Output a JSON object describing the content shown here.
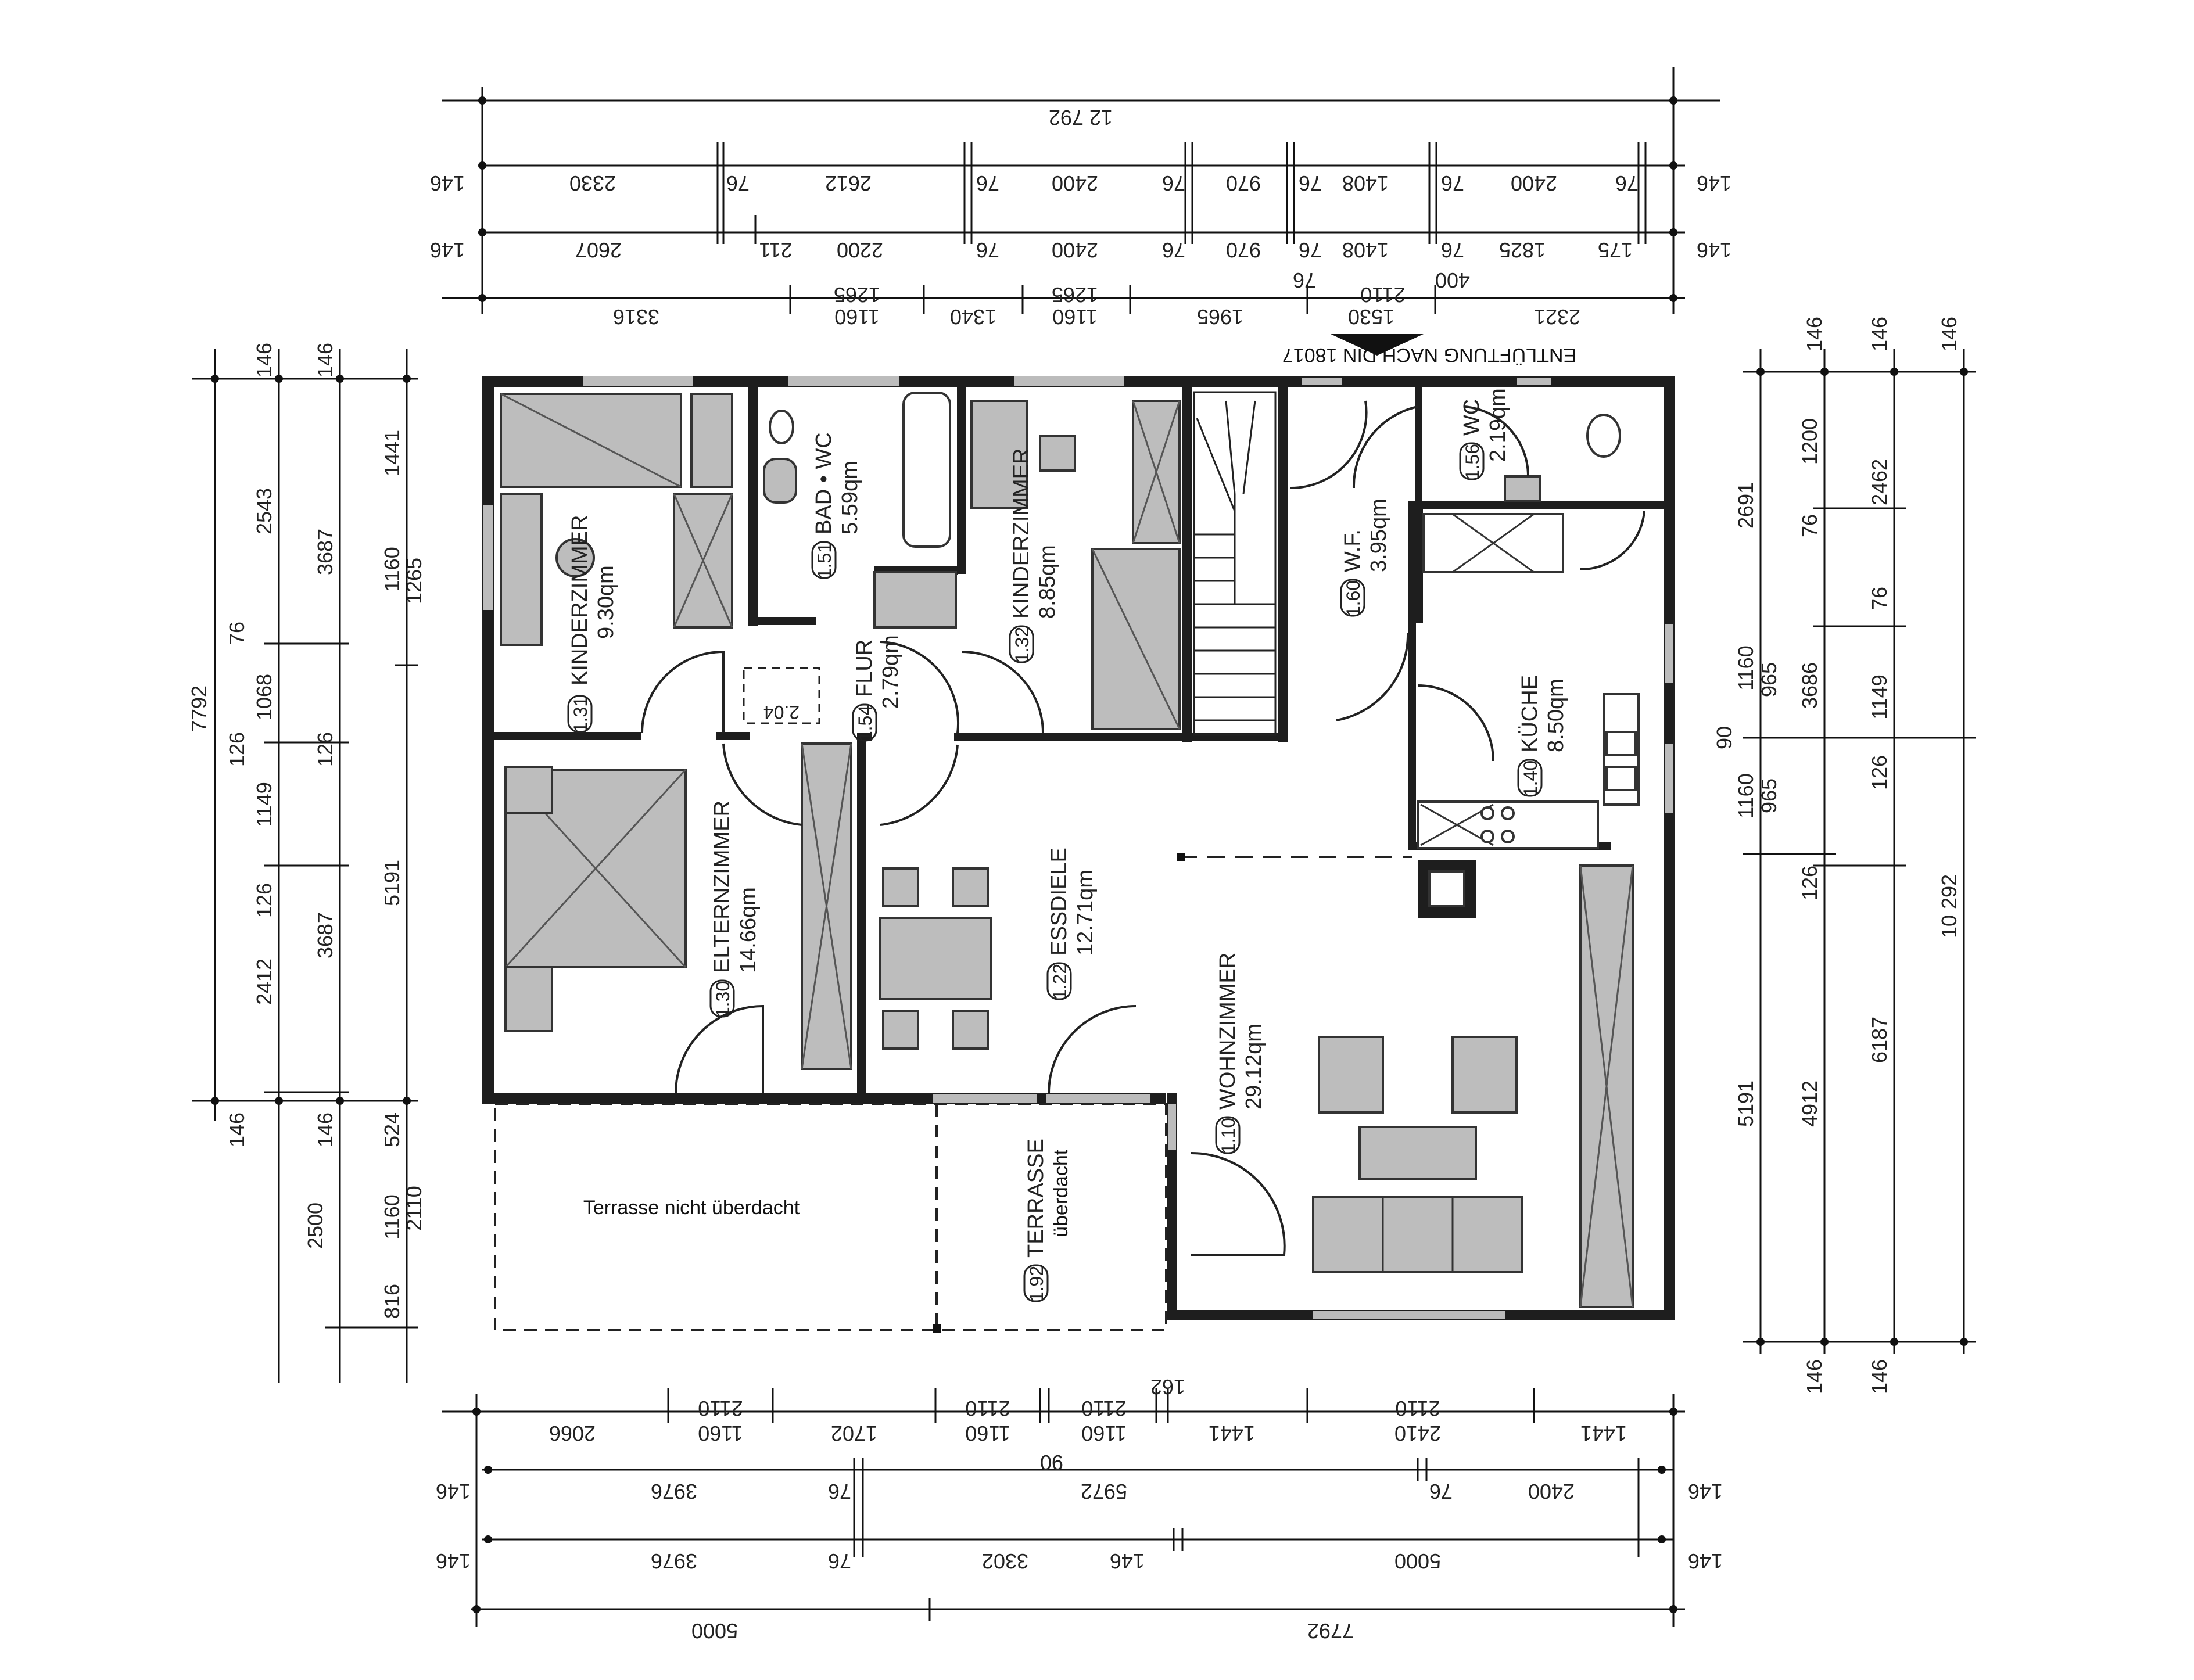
{
  "dimensions": {
    "top_overall": "12 792",
    "top_row1": [
      "146",
      "2330",
      "76",
      "2612",
      "76",
      "2400",
      "76",
      "970",
      "76",
      "1408",
      "76",
      "2400",
      "76",
      "146"
    ],
    "top_row2": [
      "146",
      "2607",
      "211",
      "2200",
      "76",
      "2400",
      "76",
      "970",
      "76",
      "1408",
      "76",
      "1825",
      "175",
      "146"
    ],
    "top_row3_upper": [
      "1265",
      "1265",
      "76",
      "2110",
      "400"
    ],
    "top_row3": [
      "3316",
      "1160",
      "1340",
      "1160",
      "1965",
      "1530",
      "2321"
    ],
    "left_col1": [
      "7792"
    ],
    "left_col2": [
      "146",
      "2543",
      "76",
      "1068",
      "126",
      "1149",
      "126",
      "2412",
      "146",
      "2500"
    ],
    "left_col3": [
      "146",
      "3687",
      "126",
      "3687",
      "146",
      "1160",
      "816"
    ],
    "left_col4": [
      "1441",
      "1160",
      "1265",
      "5191",
      "524",
      "2110"
    ],
    "right_col1": [
      "146",
      "2691",
      "1160",
      "90",
      "1160",
      "5191",
      "146"
    ],
    "right_col2": [
      "1200",
      "965",
      "965",
      "4912"
    ],
    "right_col3": [
      "146",
      "76",
      "2462",
      "76",
      "3686",
      "1149",
      "126",
      "126",
      "6187",
      "146"
    ],
    "right_col4": [
      "146",
      "10 292"
    ],
    "bottom_row1_upper": [
      "2110",
      "2110",
      "2110",
      "162",
      "2110"
    ],
    "bottom_row1": [
      "2066",
      "1160",
      "1702",
      "1160",
      "1160",
      "1441",
      "2410",
      "1441"
    ],
    "bottom_row1_mid": "90",
    "bottom_row2": [
      "146",
      "3976",
      "76",
      "5972",
      "76",
      "2400",
      "146"
    ],
    "bottom_row3": [
      "146",
      "3976",
      "76",
      "3302",
      "146",
      "5000",
      "146"
    ],
    "bottom_row4": [
      "5000",
      "7792"
    ]
  },
  "note_vent": "ENTLÜFTUNG NACH DIN 18017",
  "rooms": [
    {
      "num": "1.31",
      "name": "KINDERZIMMER",
      "area": "9.30qm"
    },
    {
      "num": "1.51",
      "name": "BAD • WC",
      "area": "5.59qm"
    },
    {
      "num": "1.32",
      "name": "KINDERZIMMER",
      "area": "8.85qm"
    },
    {
      "num": "1.60",
      "name": "W.F.",
      "area": "3.95qm"
    },
    {
      "num": "1.56",
      "name": "WC",
      "area": "2.19qm"
    },
    {
      "num": "1.54",
      "name": "FLUR",
      "area": "2.79qm"
    },
    {
      "num": "1.40",
      "name": "KÜCHE",
      "area": "8.50qm"
    },
    {
      "num": "1.30",
      "name": "ELTERNZIMMER",
      "area": "14.66qm"
    },
    {
      "num": "1.22",
      "name": "ESSDIELE",
      "area": "12.71qm"
    },
    {
      "num": "1.10",
      "name": "WOHNZIMMER",
      "area": "29.12qm"
    },
    {
      "num": "1.92",
      "name": "TERRASSE",
      "area": "überdacht"
    }
  ],
  "terrace_open_label": "Terrasse nicht überdacht",
  "closet_label": "2.04"
}
